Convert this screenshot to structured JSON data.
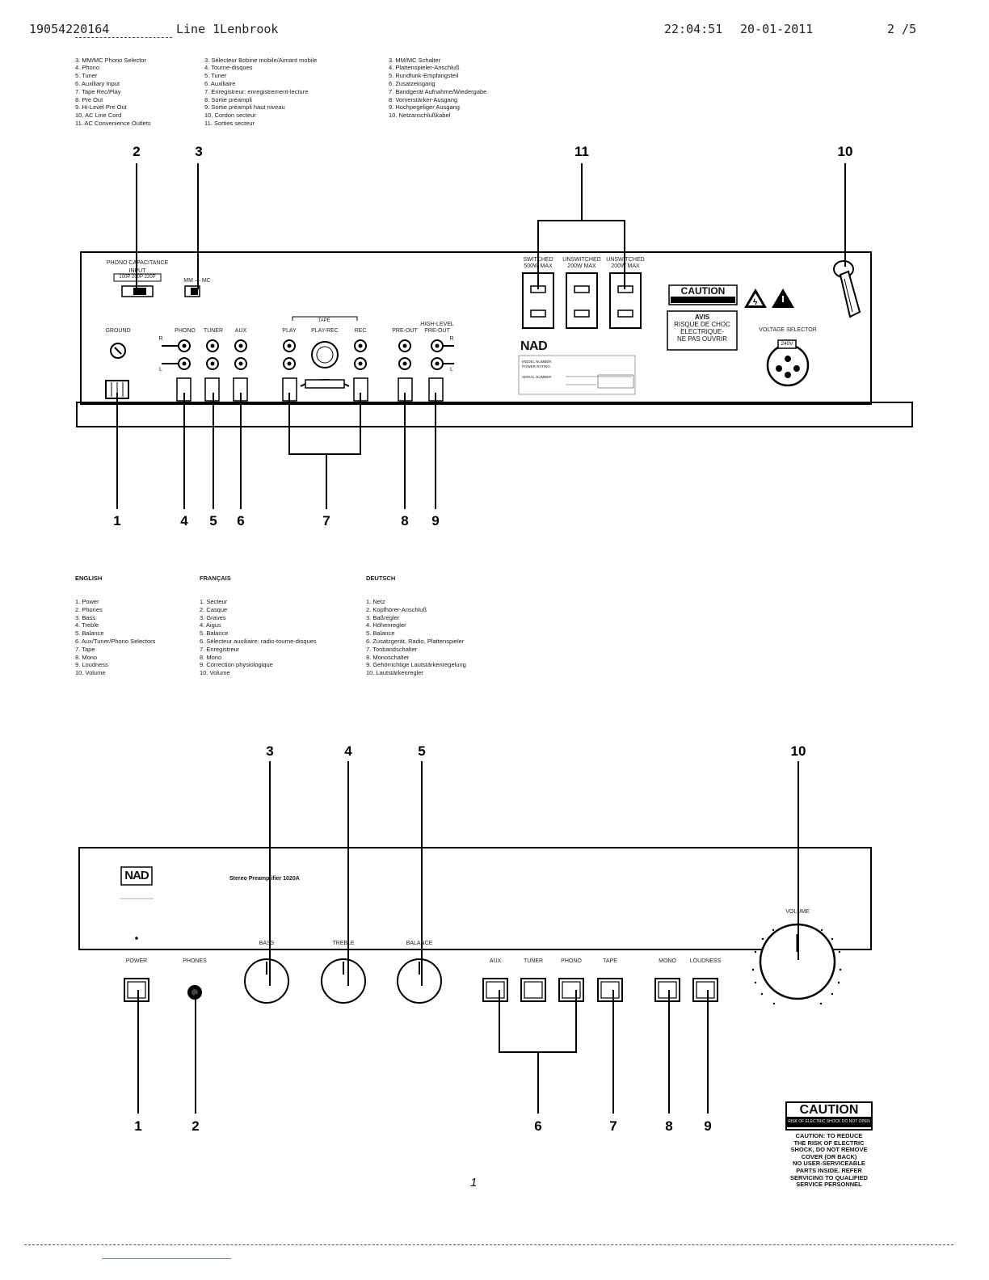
{
  "fax_header": {
    "number": "19054220164",
    "line": "Line 1Lenbrook",
    "time": "22:04:51",
    "date": "20-01-2011",
    "page": "2 /5"
  },
  "rear_legend": {
    "english": [
      "3. MM/MC Phono Selector",
      "4. Phono",
      "5. Tuner",
      "6. Auxiliary Input",
      "7. Tape Rec/Play",
      "8. Pre Out",
      "9. Hi-Level Pre Out",
      "10. AC Line Cord",
      "11. AC Convenience Outlets"
    ],
    "francais": [
      "3. Sélecteur Bobine mobile/Aimant mobile",
      "4. Tourne-disques",
      "5. Tuner",
      "6. Auxiliaire",
      "7. Enregistreur: enregistrement-lecture",
      "8. Sortie préampli",
      "9. Sortie préampli haut niveau",
      "10. Cordon secteur",
      "11. Sorties secteur"
    ],
    "deutsch": [
      "3. MM/MC Schalter",
      "4. Plattenspieler-Anschluß",
      "5. Rundfunk-Empfangsteil",
      "6. Zusatzeingang",
      "7. Bandgerät Aufnahme/Wiedergabe",
      "8. Vorverstärker-Ausgang",
      "9. Hochpegeliger Ausgang",
      "10. Netzanschlußkabel"
    ]
  },
  "rear_panel": {
    "phono_capacitance": "PHONO CAPACITANCE",
    "input": "INPUT",
    "cap_values": "100P 200P 220P",
    "mm_mc": "MM — MC",
    "ground": "GROUND",
    "phono": "PHONO",
    "tuner": "TUNER",
    "aux": "AUX",
    "tape": "TAPE",
    "play": "PLAY",
    "play_rec": "PLAY-REC",
    "rec": "REC",
    "pre_out": "PRE-OUT",
    "high_level": "HIGH-LEVEL",
    "high_level_pre_out": "PRE-OUT",
    "r": "R",
    "l": "L",
    "switched": "SWITCHED",
    "switched_max": "500W MAX",
    "unswitched": "UNSWITCHED",
    "unswitched_max": "200W MAX",
    "caution": "CAUTION",
    "avis": "AVIS",
    "avis_l1": "RISQUE DE CHOC",
    "avis_l2": "ELECTRIQUE-",
    "avis_l3": "NE PAS OUVRIR",
    "voltage_selector": "VOLTAGE SELECTOR",
    "voltage": "240V",
    "brand": "NAD",
    "model_number": "MODEL NUMBER",
    "power_rating": "POWER RATING",
    "serial_number": "SERIAL NUMBER"
  },
  "rear_callouts": {
    "top": [
      "2",
      "3",
      "11",
      "10"
    ],
    "bottom": [
      "1",
      "4",
      "5",
      "6",
      "7",
      "8",
      "9"
    ]
  },
  "front_legend": {
    "english_title": "ENGLISH",
    "english": [
      "1. Power",
      "2. Phones",
      "3. Bass",
      "4. Treble",
      "5. Balance",
      "6. Aux/Tuner/Phono Selectors",
      "7. Tape",
      "8. Mono",
      "9. Loudness",
      "10. Volume"
    ],
    "francais_title": "FRANÇAIS",
    "francais": [
      "1. Secteur",
      "2. Casque",
      "3. Graves",
      "4. Aigus",
      "5. Balance",
      "6. Sélecteur auxiliaire: radio-tourne-disques",
      "7. Enregistreur",
      "8. Mono",
      "9. Correction physiologique",
      "10. Volume"
    ],
    "deutsch_title": "DEUTSCH",
    "deutsch": [
      "1. Netz",
      "2. Kopfhörer-Anschluß",
      "3. Baßregler",
      "4. Höhenregler",
      "5. Balance",
      "6. Zusatzgerät, Radio, Plattenspieler",
      "7. Tonbandschalter",
      "8. Monoschalter",
      "9. Gehörrichtige Lautstärkenregelung",
      "10. Lautstärkenregler"
    ]
  },
  "front_panel": {
    "brand": "NAD",
    "model": "Stereo Preamplifier 1020A",
    "power": "POWER",
    "phones": "PHONES",
    "bass": "BASS",
    "treble": "TREBLE",
    "balance": "BALANCE",
    "aux": "AUX",
    "tuner": "TUNER",
    "phono": "PHONO",
    "tape": "TAPE",
    "mono": "MONO",
    "loudness": "LOUDNESS",
    "volume": "VOLUME"
  },
  "front_callouts": {
    "top": [
      "3",
      "4",
      "5",
      "10"
    ],
    "bottom": [
      "1",
      "2",
      "6",
      "7",
      "8",
      "9"
    ]
  },
  "caution_box": {
    "title": "CAUTION",
    "sub": "RISK OF ELECTRIC SHOCK DO NOT OPEN",
    "text": [
      "CAUTION: TO REDUCE",
      "THE RISK OF ELECTRIC",
      "SHOCK, DO NOT REMOVE",
      "COVER (OR BACK)",
      "NO USER-SERVICEABLE",
      "PARTS INSIDE. REFER",
      "SERVICING TO QUALIFIED",
      "SERVICE PERSONNEL"
    ]
  },
  "page_number": "1"
}
